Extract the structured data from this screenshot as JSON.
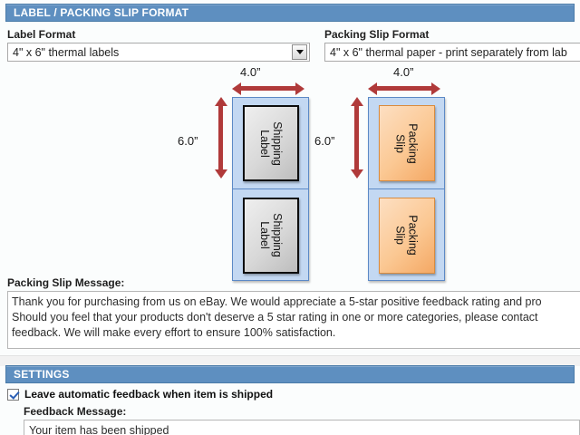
{
  "sections": {
    "label_format": {
      "title": "LABEL / PACKING SLIP FORMAT"
    },
    "settings": {
      "title": "SETTINGS"
    }
  },
  "label_format_field": {
    "label": "Label Format",
    "value": "4\" x 6\" thermal labels",
    "dropdown_icon": "chevron-down-icon"
  },
  "packing_slip_field": {
    "label": "Packing Slip Format",
    "value": "4\" x 6\" thermal paper - print separately from lab"
  },
  "diagrams": {
    "shipping": {
      "width_label": "4.0”",
      "height_label": "6.0”",
      "doc_text": "Shipping\nLabel",
      "doc_color": "#d8d8d8",
      "page_color": "#c3d8f2"
    },
    "packing": {
      "width_label": "4.0”",
      "height_label": "6.0”",
      "doc_text": "Packing\nSlip",
      "doc_color": "#fbc893",
      "page_color": "#c3d8f2"
    },
    "arrow_color": "#b03a3a"
  },
  "packing_slip_message": {
    "label": "Packing Slip Message:",
    "line1": "Thank you for purchasing from us on eBay. We would appreciate a 5-star positive feedback rating and pro",
    "line2": "Should you feel that your products don't deserve a 5 star rating in one or more categories, please contact",
    "line3": "feedback. We will make every effort to ensure 100% satisfaction."
  },
  "settings": {
    "auto_feedback_checkbox": {
      "label": "Leave automatic feedback when item is shipped",
      "checked": true
    },
    "feedback_message": {
      "label": "Feedback Message:",
      "value": "Your item has been shipped"
    }
  },
  "colors": {
    "section_bar": "#5e8fc0",
    "page_blue": "#c3d8f2",
    "arrow_red": "#b03a3a",
    "packing_orange": "#fbc893"
  }
}
